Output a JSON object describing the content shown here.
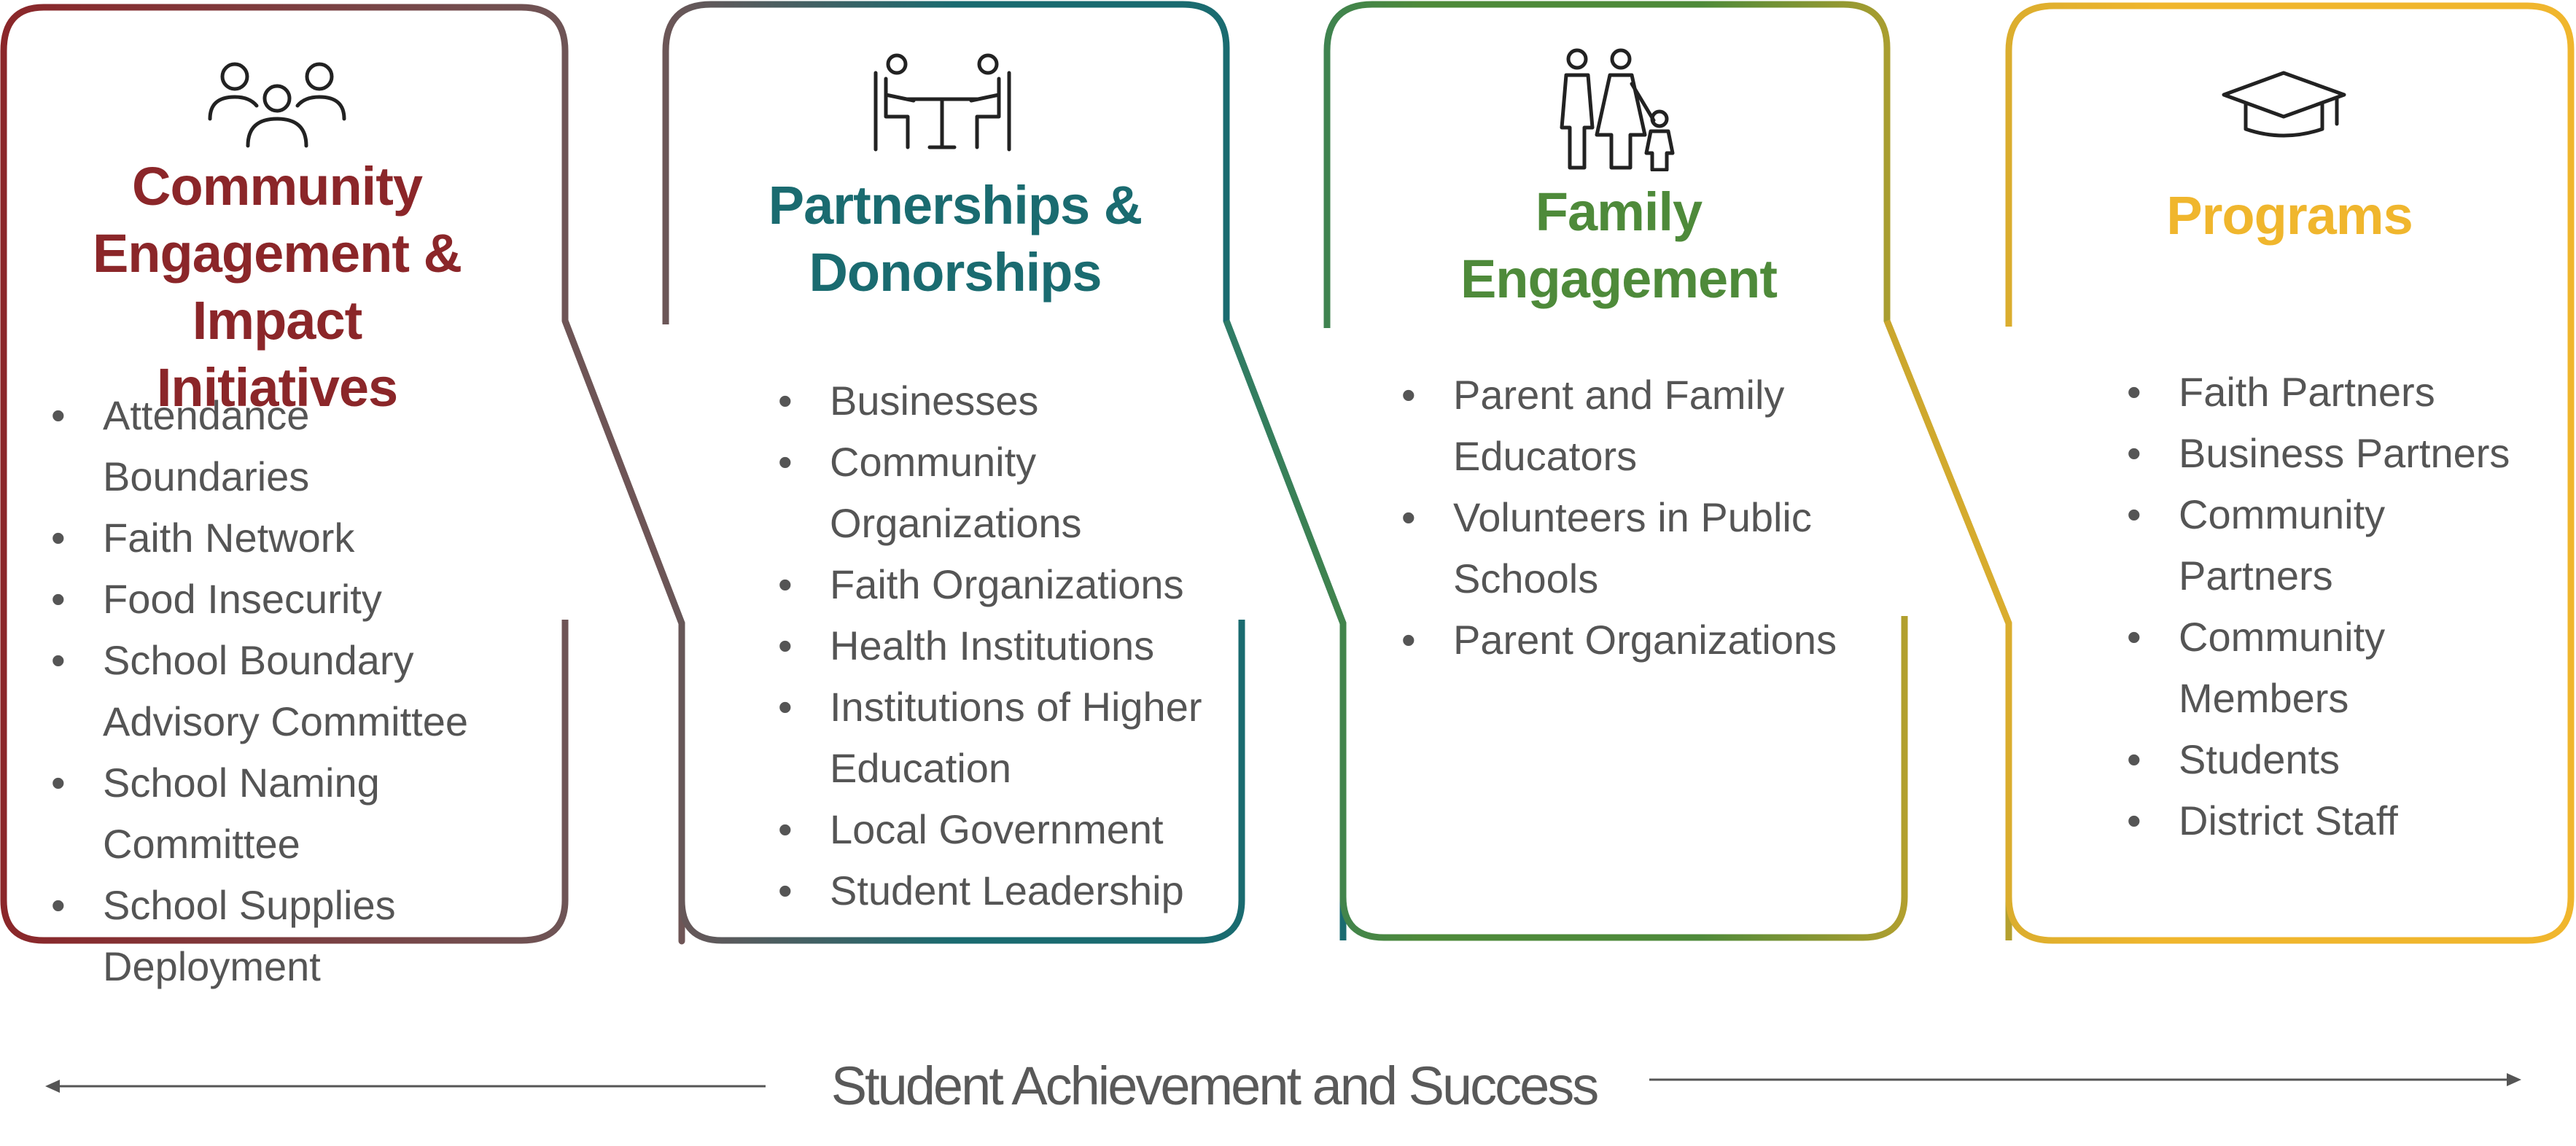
{
  "columns": [
    {
      "title": "Community Engagement & Impact Initiatives",
      "color": "#8B2629",
      "icon": "people-group-icon",
      "items": [
        "Attendance Boundaries",
        "Faith Network",
        "Food Insecurity",
        "School Boundary Advisory Committee",
        "School Naming Committee",
        "School Supplies Deployment"
      ]
    },
    {
      "title": "Partnerships & Donorships",
      "color": "#1A6B70",
      "icon": "meeting-table-icon",
      "items": [
        "Businesses",
        "Community Organizations",
        "Faith Organizations",
        "Health Institutions",
        "Institutions of Higher Education",
        "Local Government",
        "Student Leadership"
      ]
    },
    {
      "title": "Family Engagement",
      "color": "#4E8A3A",
      "icon": "family-icon",
      "items": [
        "Parent and Family Educators",
        "Volunteers in Public Schools",
        "Parent Organizations"
      ]
    },
    {
      "title": "Programs",
      "color": "#F0B62D",
      "icon": "graduation-cap-icon",
      "items": [
        "Faith Partners",
        "Business Partners",
        "Community Partners",
        "Community Members",
        "Students",
        "District Staff"
      ]
    }
  ],
  "footer": {
    "label": "Student Achievement and Success"
  },
  "colors": {
    "text": "#555555",
    "arrow": "#555555"
  }
}
